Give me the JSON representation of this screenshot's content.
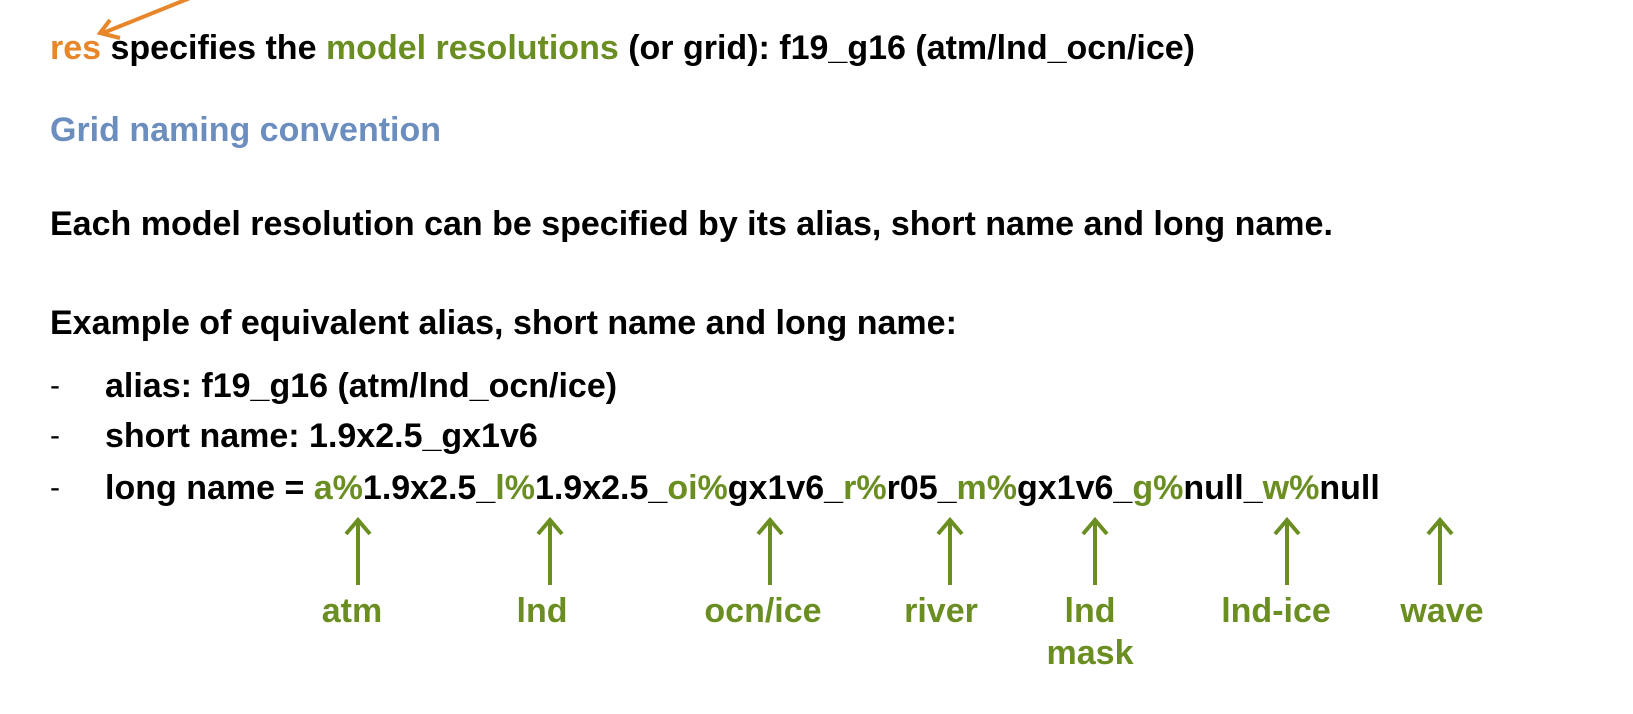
{
  "line1": {
    "res": "res",
    "specifies": " specifies the ",
    "model_res": "model resolutions",
    "rest": " (or grid): f19_g16  (atm/lnd_ocn/ice)"
  },
  "heading": "Grid naming convention",
  "para1": "Each model resolution can be specified by its alias, short name and long name.",
  "para2": "Example of equivalent alias, short name and long name:",
  "bullets": {
    "dash": "-",
    "alias": "alias: f19_g16  (atm/lnd_ocn/ice)",
    "short": "short name: 1.9x2.5_gx1v6",
    "long_prefix": "long name = "
  },
  "long_name_parts": [
    {
      "text": "a%",
      "green": true
    },
    {
      "text": "1.9x2.5_",
      "green": false
    },
    {
      "text": "l%",
      "green": true
    },
    {
      "text": "1.9x2.5_",
      "green": false
    },
    {
      "text": "oi%",
      "green": true
    },
    {
      "text": "gx1v6_",
      "green": false
    },
    {
      "text": "r%",
      "green": true
    },
    {
      "text": "r05_",
      "green": false
    },
    {
      "text": "m%",
      "green": true
    },
    {
      "text": "gx1v6_",
      "green": false
    },
    {
      "text": "g%",
      "green": true
    },
    {
      "text": "null_",
      "green": false
    },
    {
      "text": "w%",
      "green": true
    },
    {
      "text": "null",
      "green": false
    }
  ],
  "labels": {
    "atm": "atm",
    "lnd": "lnd",
    "ocn_ice": "ocn/ice",
    "river": "river",
    "lnd_mask_1": "lnd",
    "lnd_mask_2": "mask",
    "lnd_ice": "lnd-ice",
    "wave": "wave"
  },
  "colors": {
    "orange": "#E8862A",
    "green": "#6B8E23",
    "blue": "#6C8EBF",
    "text": "#000000"
  }
}
